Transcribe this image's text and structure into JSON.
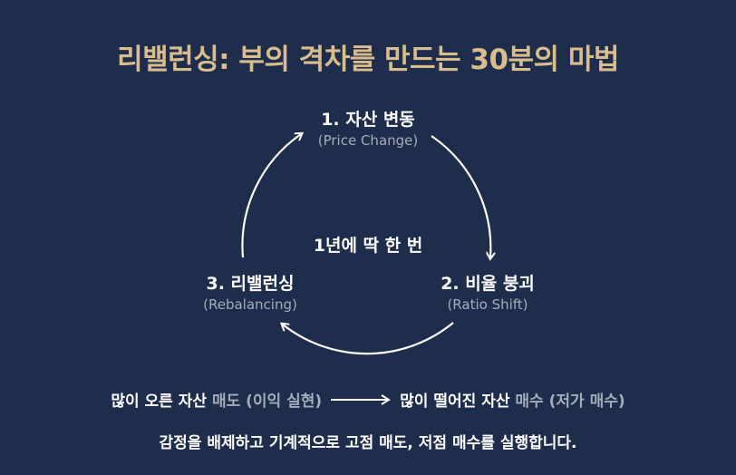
{
  "title": "리밸런싱: 부의 격차를 만드는 30분의 마법",
  "cycle": {
    "nodes": [
      {
        "label": "1. 자산 변동",
        "sublabel": "(Price Change)"
      },
      {
        "label": "2. 비율 붕괴",
        "sublabel": "(Ratio Shift)"
      },
      {
        "label": "3. 리밸런싱",
        "sublabel": "(Rebalancing)"
      }
    ],
    "center": "1년에 딱 한 번"
  },
  "summary": {
    "left_main": "많이 오른 자산",
    "left_action": "매도 (이익 실현)",
    "right_main": "많이 떨어진 자산",
    "right_action": "매수 (저가 매수)"
  },
  "footer": "감정을 배제하고 기계적으로 고점 매도, 저점 매수를 실행합니다.",
  "colors": {
    "background": "#1e2d4b",
    "title": "#d9bd8f",
    "text": "#ffffff",
    "muted": "#a3acb9"
  }
}
